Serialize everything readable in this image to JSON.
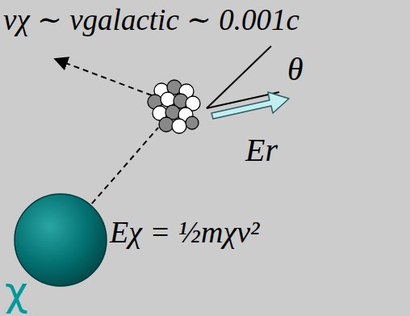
{
  "diagram": {
    "labels": [
      "vχ ∼ vgalactic ∼ 0.001c",
      "θ",
      "Er",
      "Eχ = ½mχv²",
      "χ"
    ]
  }
}
